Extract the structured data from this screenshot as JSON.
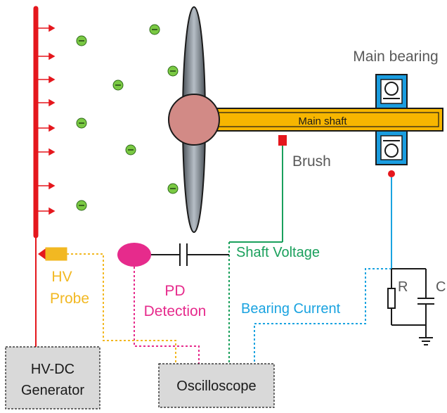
{
  "labels": {
    "main_bearing": "Main bearing",
    "main_shaft": "Main shaft",
    "brush": "Brush",
    "hv_line1": "HV",
    "hv_line2": "Probe",
    "pd_line1": "PD",
    "pd_line2": "Detection",
    "shaft_voltage": "Shaft Voltage",
    "bearing_current": "Bearing Current",
    "resistor": "R",
    "capacitor": "C",
    "generator_line1": "HV-DC",
    "generator_line2": "Generator",
    "oscilloscope": "Oscilloscope",
    "ion_sign": "−"
  },
  "colors": {
    "electrode": "#e5171d",
    "hv_probe": "#f2b822",
    "pd": "#e62b8c",
    "shaft_voltage": "#1aa05c",
    "bearing_current": "#1aa3e0",
    "shaft": "#f7b600",
    "bearing": "#1a9de0",
    "ion": "#7ac943",
    "hub": "#d28a86",
    "blade": "#9aa3ac",
    "box_fill": "#d9d9d9",
    "label_gray": "#595959"
  }
}
